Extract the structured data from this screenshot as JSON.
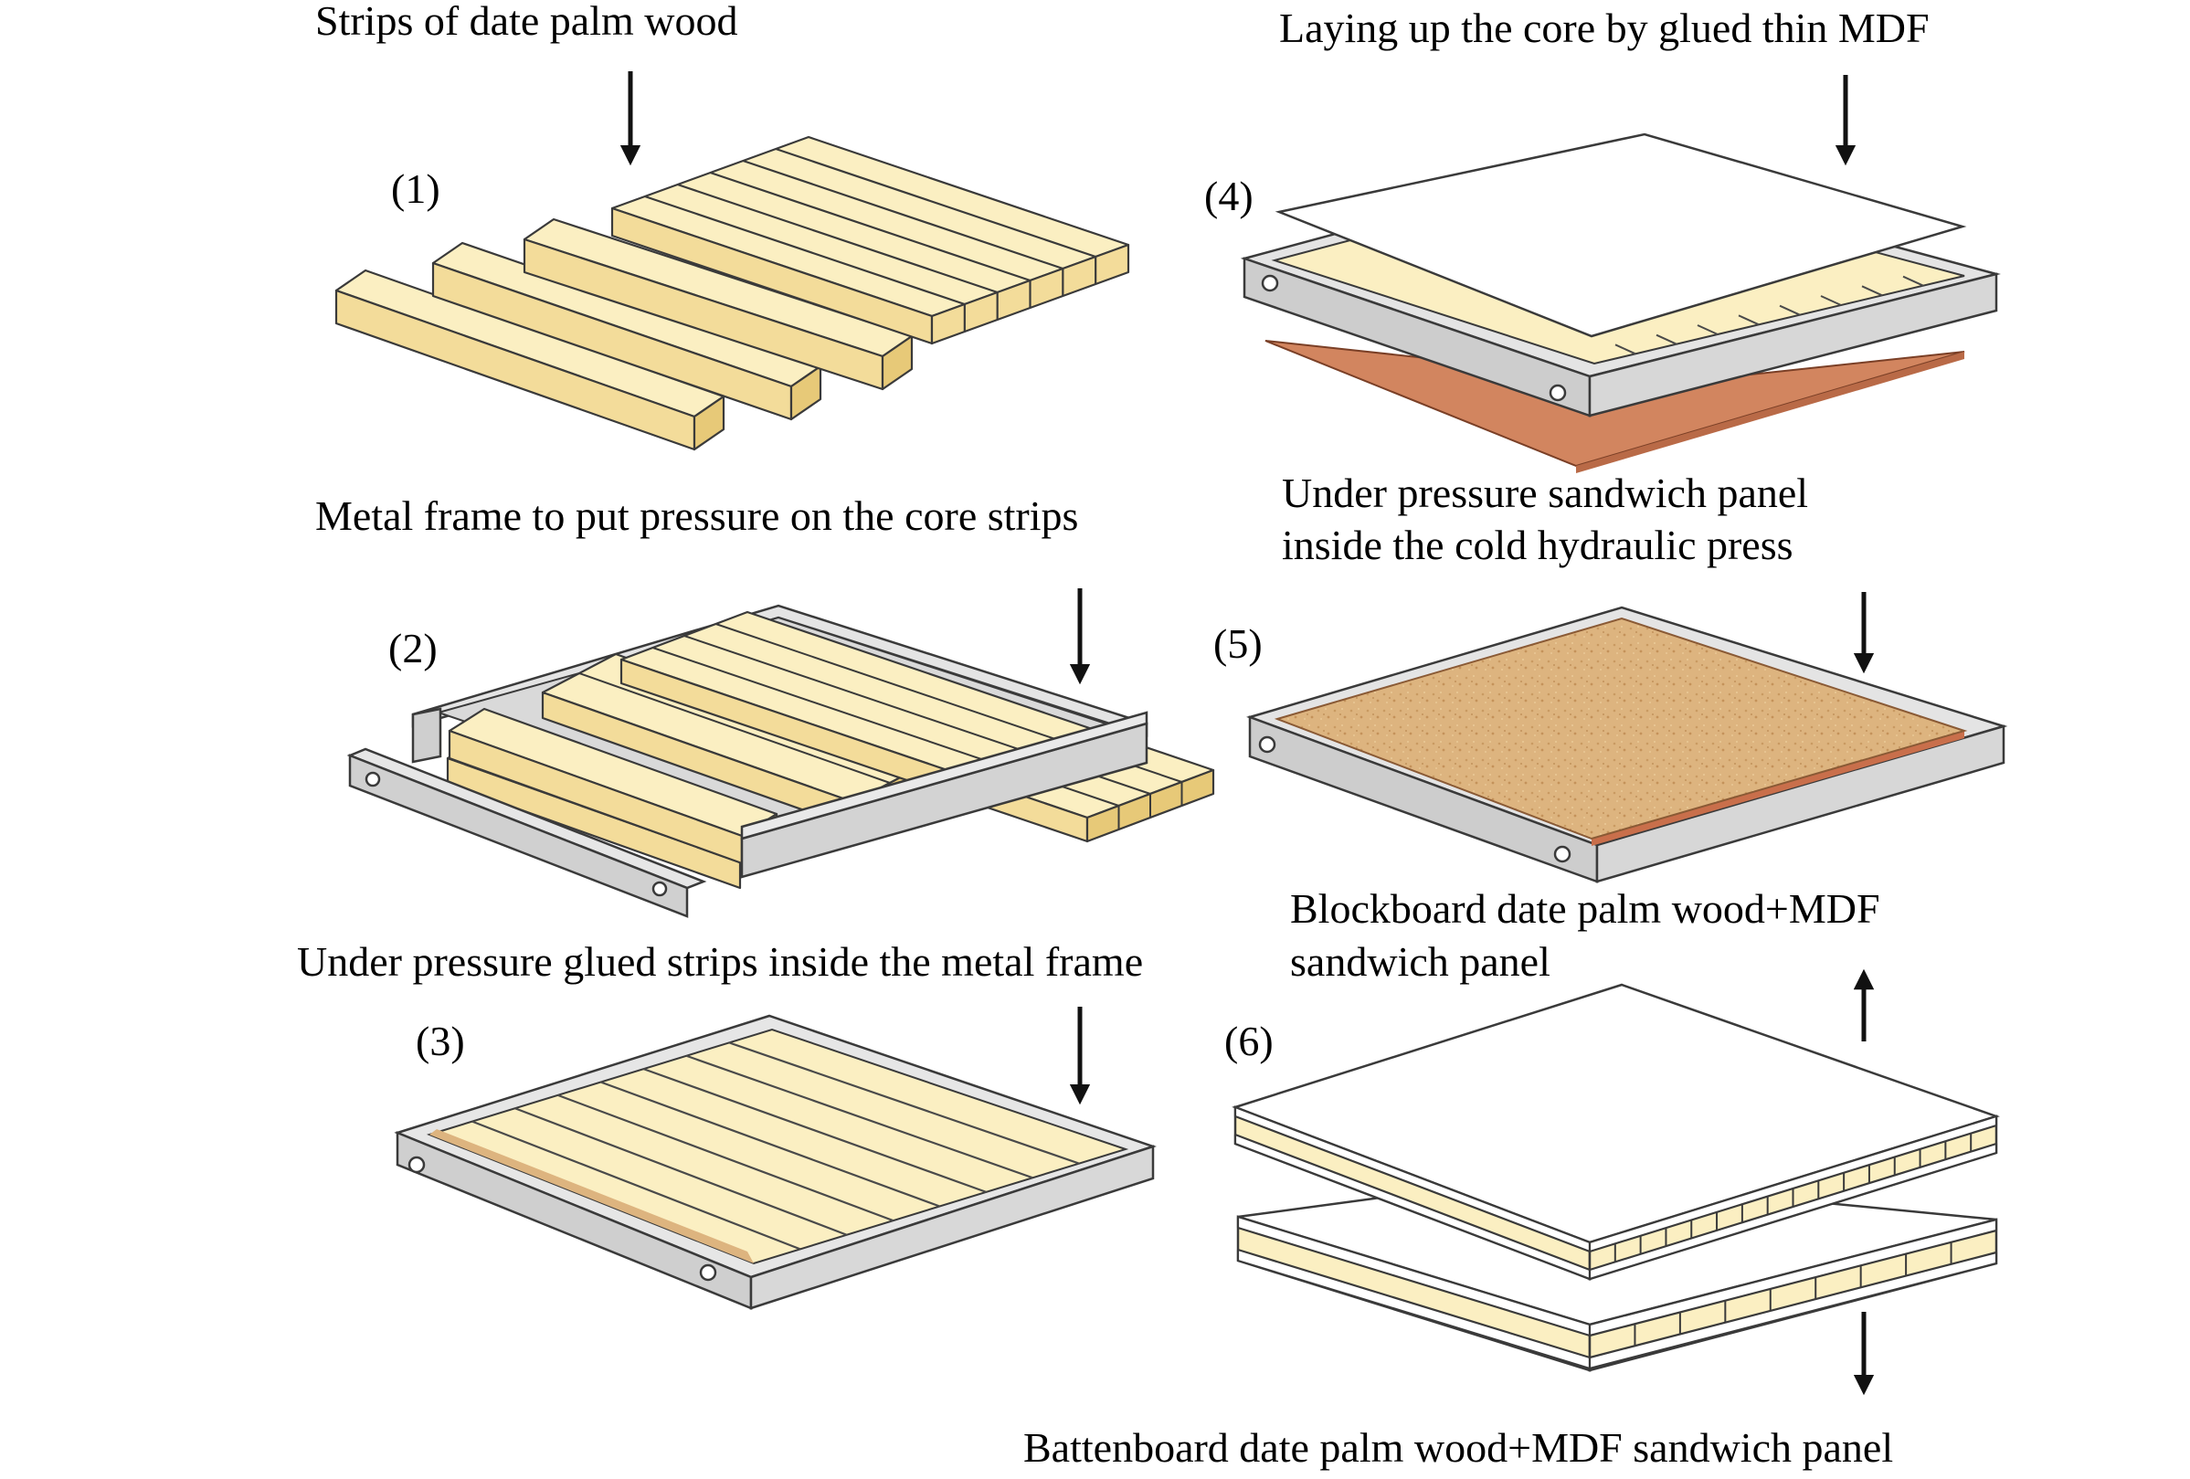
{
  "steps": [
    {
      "number": "(1)",
      "caption": [
        "Strips of date palm wood"
      ]
    },
    {
      "number": "(2)",
      "caption": [
        "Metal frame to put pressure on the core strips"
      ]
    },
    {
      "number": "(3)",
      "caption": [
        "Under pressure glued strips inside the metal frame"
      ]
    },
    {
      "number": "(4)",
      "caption": [
        "Laying up the core by glued thin MDF"
      ]
    },
    {
      "number": "(5)",
      "caption": [
        "Under pressure sandwich panel",
        "inside the cold hydraulic press"
      ]
    },
    {
      "number": "(6)",
      "caption": [
        "Blockboard date palm wood+MDF",
        "sandwich panel"
      ]
    }
  ],
  "final_caption": "Battenboard date palm wood+MDF sandwich panel",
  "colors": {
    "wood_top": "#FBEFC2",
    "wood_side": "#F3DC9A",
    "wood_edge": "#E7C978",
    "metal_top": "#E4E4E4",
    "metal_side": "#C9C9C9",
    "mdf": "#D2855F",
    "particle": "#DDB47F",
    "white_sheet": "#FFFFFF",
    "outline": "#3A3A3A",
    "arrow": "#111111"
  }
}
